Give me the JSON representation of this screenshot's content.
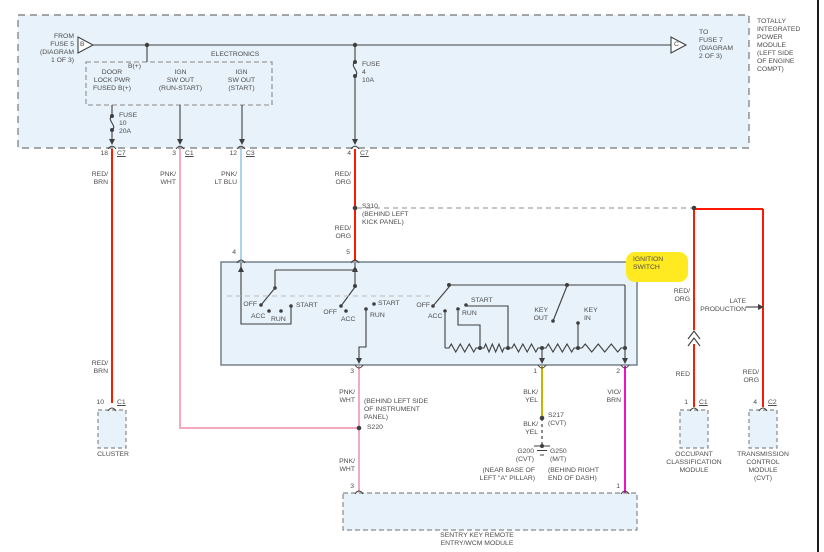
{
  "colors": {
    "wire_red": "#fb1b00",
    "wire_pink": "#f5a9bf",
    "wire_light_blue": "#a9d5ee",
    "wire_yellow": "#c6b400",
    "wire_magenta": "#ee13c8",
    "line": "#3f3f3f",
    "text": "#4c4c4c",
    "box_fill": "#e7f2fa",
    "dash_border": "#8a8a8a",
    "ignition_border": "#73828e",
    "splice_dash": "#a5a5a5",
    "highlight": "#ffe921",
    "page_border": "#1a1a1a"
  },
  "tipm": {
    "from_connector": "FROM\nFUSE 5\n(DIAGRAM\n1 OF 3)",
    "connector_b": "B",
    "connector_c": "C",
    "to_connector": "TO\nFUSE 7\n(DIAGRAM\n2 OF 3)",
    "module_name": "TOTALLY\nINTEGRATED\nPOWER\nMODULE\n(LEFT SIDE\nOF ENGINE\nCOMPT)",
    "electronics": "ELECTRONICS",
    "b_plus": "B(+)",
    "out_door_lock": "DOOR\nLOCK PWR\nFUSED B(+)",
    "out_run_start": "IGN\nSW OUT\n(RUN-START)",
    "out_start": "IGN\nSW OUT\n(START)",
    "fuse10": "FUSE\n10\n20A",
    "fuse4": "FUSE\n4\n10A",
    "pin18": "18",
    "pin18_conn": "C7",
    "pin3": "3",
    "pin3_conn": "C1",
    "pin12": "12",
    "pin12_conn": "C3",
    "pin4": "4",
    "pin4_conn": "C7"
  },
  "wires": {
    "red_brn_1": "RED/\nBRN",
    "pnk_wht_1": "PNK/\nWHT",
    "pnk_lt_blu": "PNK/\nLT BLU",
    "red_org_1": "RED/\nORG",
    "red_org_2": "RED/\nORG",
    "red_brn_2": "RED/\nBRN",
    "pnk_wht_2": "PNK/\nWHT",
    "pnk_wht_3": "PNK/\nWHT",
    "blk_yel_1": "BLK/\nYEL",
    "blk_yel_2": "BLK/\nYEL",
    "vio_brn": "VIO/\nBRN",
    "red_org_right": "RED/\nORG",
    "red_right": "RED",
    "red_org_tcm": "RED/\nORG"
  },
  "splices": {
    "s310": "S310\n(BEHIND LEFT\nKICK PANEL)",
    "s220": "S220",
    "s220_loc": "(BEHIND LEFT SIDE\nOF INSTRUMENT\nPANEL)",
    "s217": "S217\n(CVT)",
    "g200": "G200\n(CVT)",
    "g200_loc": "(NEAR BASE OF\nLEFT \"A\" PILLAR)",
    "g250": "G250\n(M/T)",
    "g250_loc": "(BEHIND RIGHT\nEND OF DASH)",
    "late_production": "LATE\nPRODUCTION"
  },
  "ignition_switch": {
    "highlight": "IGNITION\nSWITCH",
    "pin4": "4",
    "pin5": "5",
    "pin3": "3",
    "pin1": "1",
    "pin2": "2",
    "sw1": {
      "off": "OFF",
      "acc": "ACC",
      "run": "RUN",
      "start": "START"
    },
    "sw2": {
      "off": "OFF",
      "acc": "ACC",
      "run": "RUN",
      "start": "START"
    },
    "sw3": {
      "off": "OFF",
      "acc": "ACC",
      "run": "RUN",
      "start": "START"
    },
    "key_out": "KEY\nOUT",
    "key_in": "KEY\nIN"
  },
  "modules": {
    "cluster": {
      "pin": "10",
      "conn": "C1",
      "name": "CLUSTER"
    },
    "sentry": {
      "pin_left": "3",
      "pin_right": "1",
      "name": "SENTRY KEY REMOTE\nENTRY/WCM MODULE"
    },
    "ocm": {
      "pin": "1",
      "conn": "C1",
      "name": "OCCUPANT\nCLASSIFICATION\nMODULE"
    },
    "tcm": {
      "pin": "4",
      "conn": "C2",
      "name": "TRANSMISSION\nCONTROL\nMODULE\n(CVT)"
    }
  }
}
